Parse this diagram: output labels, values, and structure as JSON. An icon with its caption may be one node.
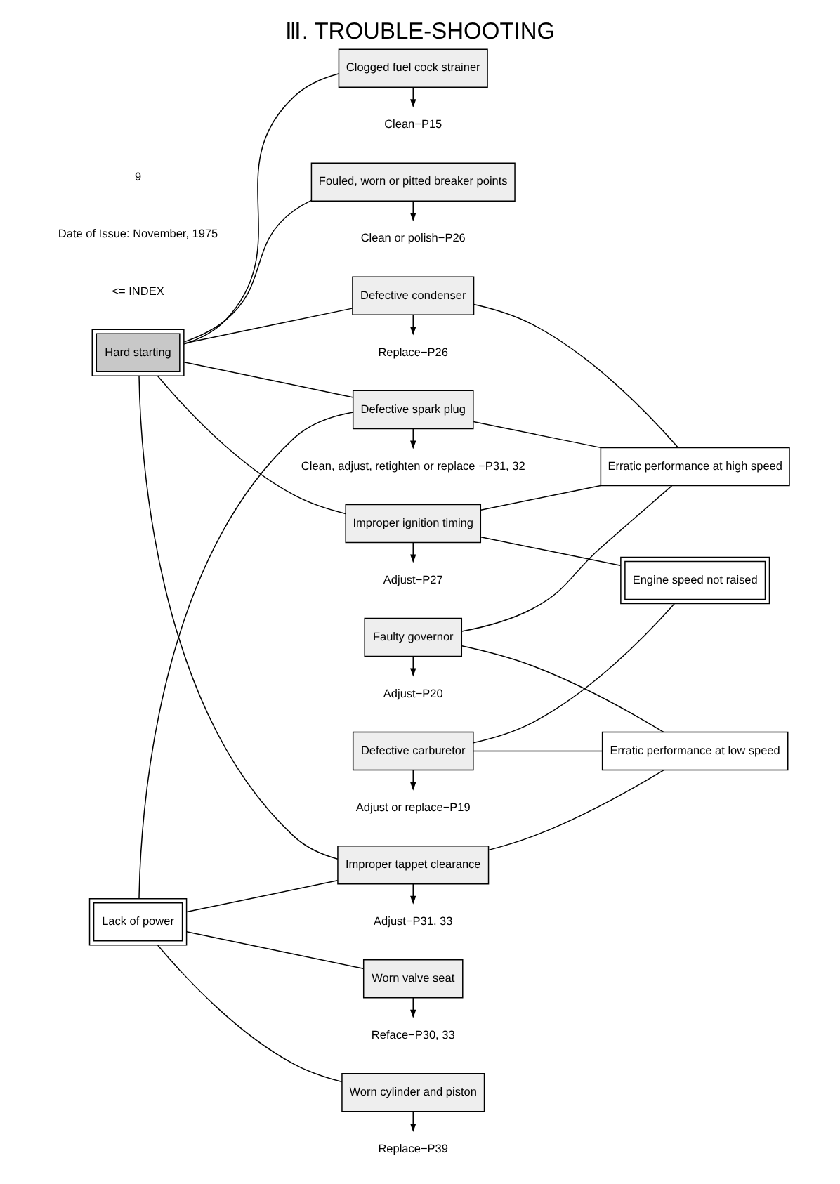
{
  "diagram": {
    "title": "Ⅲ. TROUBLE-SHOOTING",
    "nodes": [
      {
        "text": [
          "Hard starting"
        ]
      },
      {
        "text": [
          "Lack of power"
        ]
      },
      {
        "text": [
          "Clogged fuel cock strainer"
        ]
      },
      {
        "text": [
          "Fouled, worn or pitted breaker points"
        ]
      },
      {
        "text": [
          "Improper ignition timing"
        ]
      },
      {
        "text": [
          "Defective condenser"
        ]
      },
      {
        "text": [
          "Defective spark plug"
        ]
      },
      {
        "text": [
          "Faulty governor"
        ]
      },
      {
        "text": [
          "Improper tappet clearance"
        ]
      },
      {
        "text": [
          "Worn valve seat"
        ]
      },
      {
        "text": [
          "Worn cylinder and piston"
        ]
      },
      {
        "text": [
          "Defective carburetor"
        ]
      },
      {
        "text": [
          "Erratic performance at high speed"
        ]
      },
      {
        "text": [
          "Engine speed not raised"
        ]
      },
      {
        "text": [
          "Erratic performance at low speed"
        ]
      },
      {
        "text": [
          "Clean−P15"
        ]
      },
      {
        "text": [
          "Clean or polish−P26"
        ]
      },
      {
        "text": [
          "Adjust−P27"
        ]
      },
      {
        "text": [
          "Replace−P26"
        ]
      },
      {
        "text": [
          "Clean, adjust, retighten or replace −P31, 32"
        ]
      },
      {
        "text": [
          "Adjust−P20"
        ]
      },
      {
        "text": [
          "Adjust−P31, 33"
        ]
      },
      {
        "text": [
          "Reface−P30, 33"
        ]
      },
      {
        "text": [
          "Replace−P39"
        ]
      },
      {
        "text": [
          "Adjust or replace−P19"
        ]
      }
    ],
    "edges": [
      {
        "from": 0,
        "to": 2,
        "arrow": "none"
      },
      {
        "from": 0,
        "to": 3,
        "arrow": "none"
      },
      {
        "from": 0,
        "to": 4,
        "arrow": "none"
      },
      {
        "from": 0,
        "to": 5,
        "arrow": "none"
      },
      {
        "from": 0,
        "to": 6,
        "arrow": "none"
      },
      {
        "from": 0,
        "to": 8,
        "arrow": "none"
      },
      {
        "from": 1,
        "to": 6,
        "arrow": "none"
      },
      {
        "from": 1,
        "to": 8,
        "arrow": "none"
      },
      {
        "from": 1,
        "to": 9,
        "arrow": "none"
      },
      {
        "from": 1,
        "to": 10,
        "arrow": "none"
      },
      {
        "from": 4,
        "to": 12,
        "arrow": "none"
      },
      {
        "from": 5,
        "to": 12,
        "arrow": "none"
      },
      {
        "from": 6,
        "to": 12,
        "arrow": "none"
      },
      {
        "from": 7,
        "to": 12,
        "arrow": "none"
      },
      {
        "from": 4,
        "to": 13,
        "arrow": "none"
      },
      {
        "from": 11,
        "to": 13,
        "arrow": "none"
      },
      {
        "from": 7,
        "to": 14,
        "arrow": "none"
      },
      {
        "from": 8,
        "to": 14,
        "arrow": "none"
      },
      {
        "from": 11,
        "to": 14,
        "arrow": "none"
      },
      {
        "from": 2,
        "to": 15,
        "arrow": "to"
      },
      {
        "from": 3,
        "to": 16,
        "arrow": "to"
      },
      {
        "from": 4,
        "to": 17,
        "arrow": "to"
      },
      {
        "from": 5,
        "to": 18,
        "arrow": "to"
      },
      {
        "from": 6,
        "to": 19,
        "arrow": "to"
      },
      {
        "from": 7,
        "to": 20,
        "arrow": "to"
      },
      {
        "from": 8,
        "to": 21,
        "arrow": "to"
      },
      {
        "from": 9,
        "to": 22,
        "arrow": "to"
      },
      {
        "from": 10,
        "to": 23,
        "arrow": "to"
      },
      {
        "from": 11,
        "to": 24,
        "arrow": "to"
      }
    ],
    "labels": [
      "<= INDEX",
      "Date of Issue: November, 1975",
      "9"
    ]
  }
}
